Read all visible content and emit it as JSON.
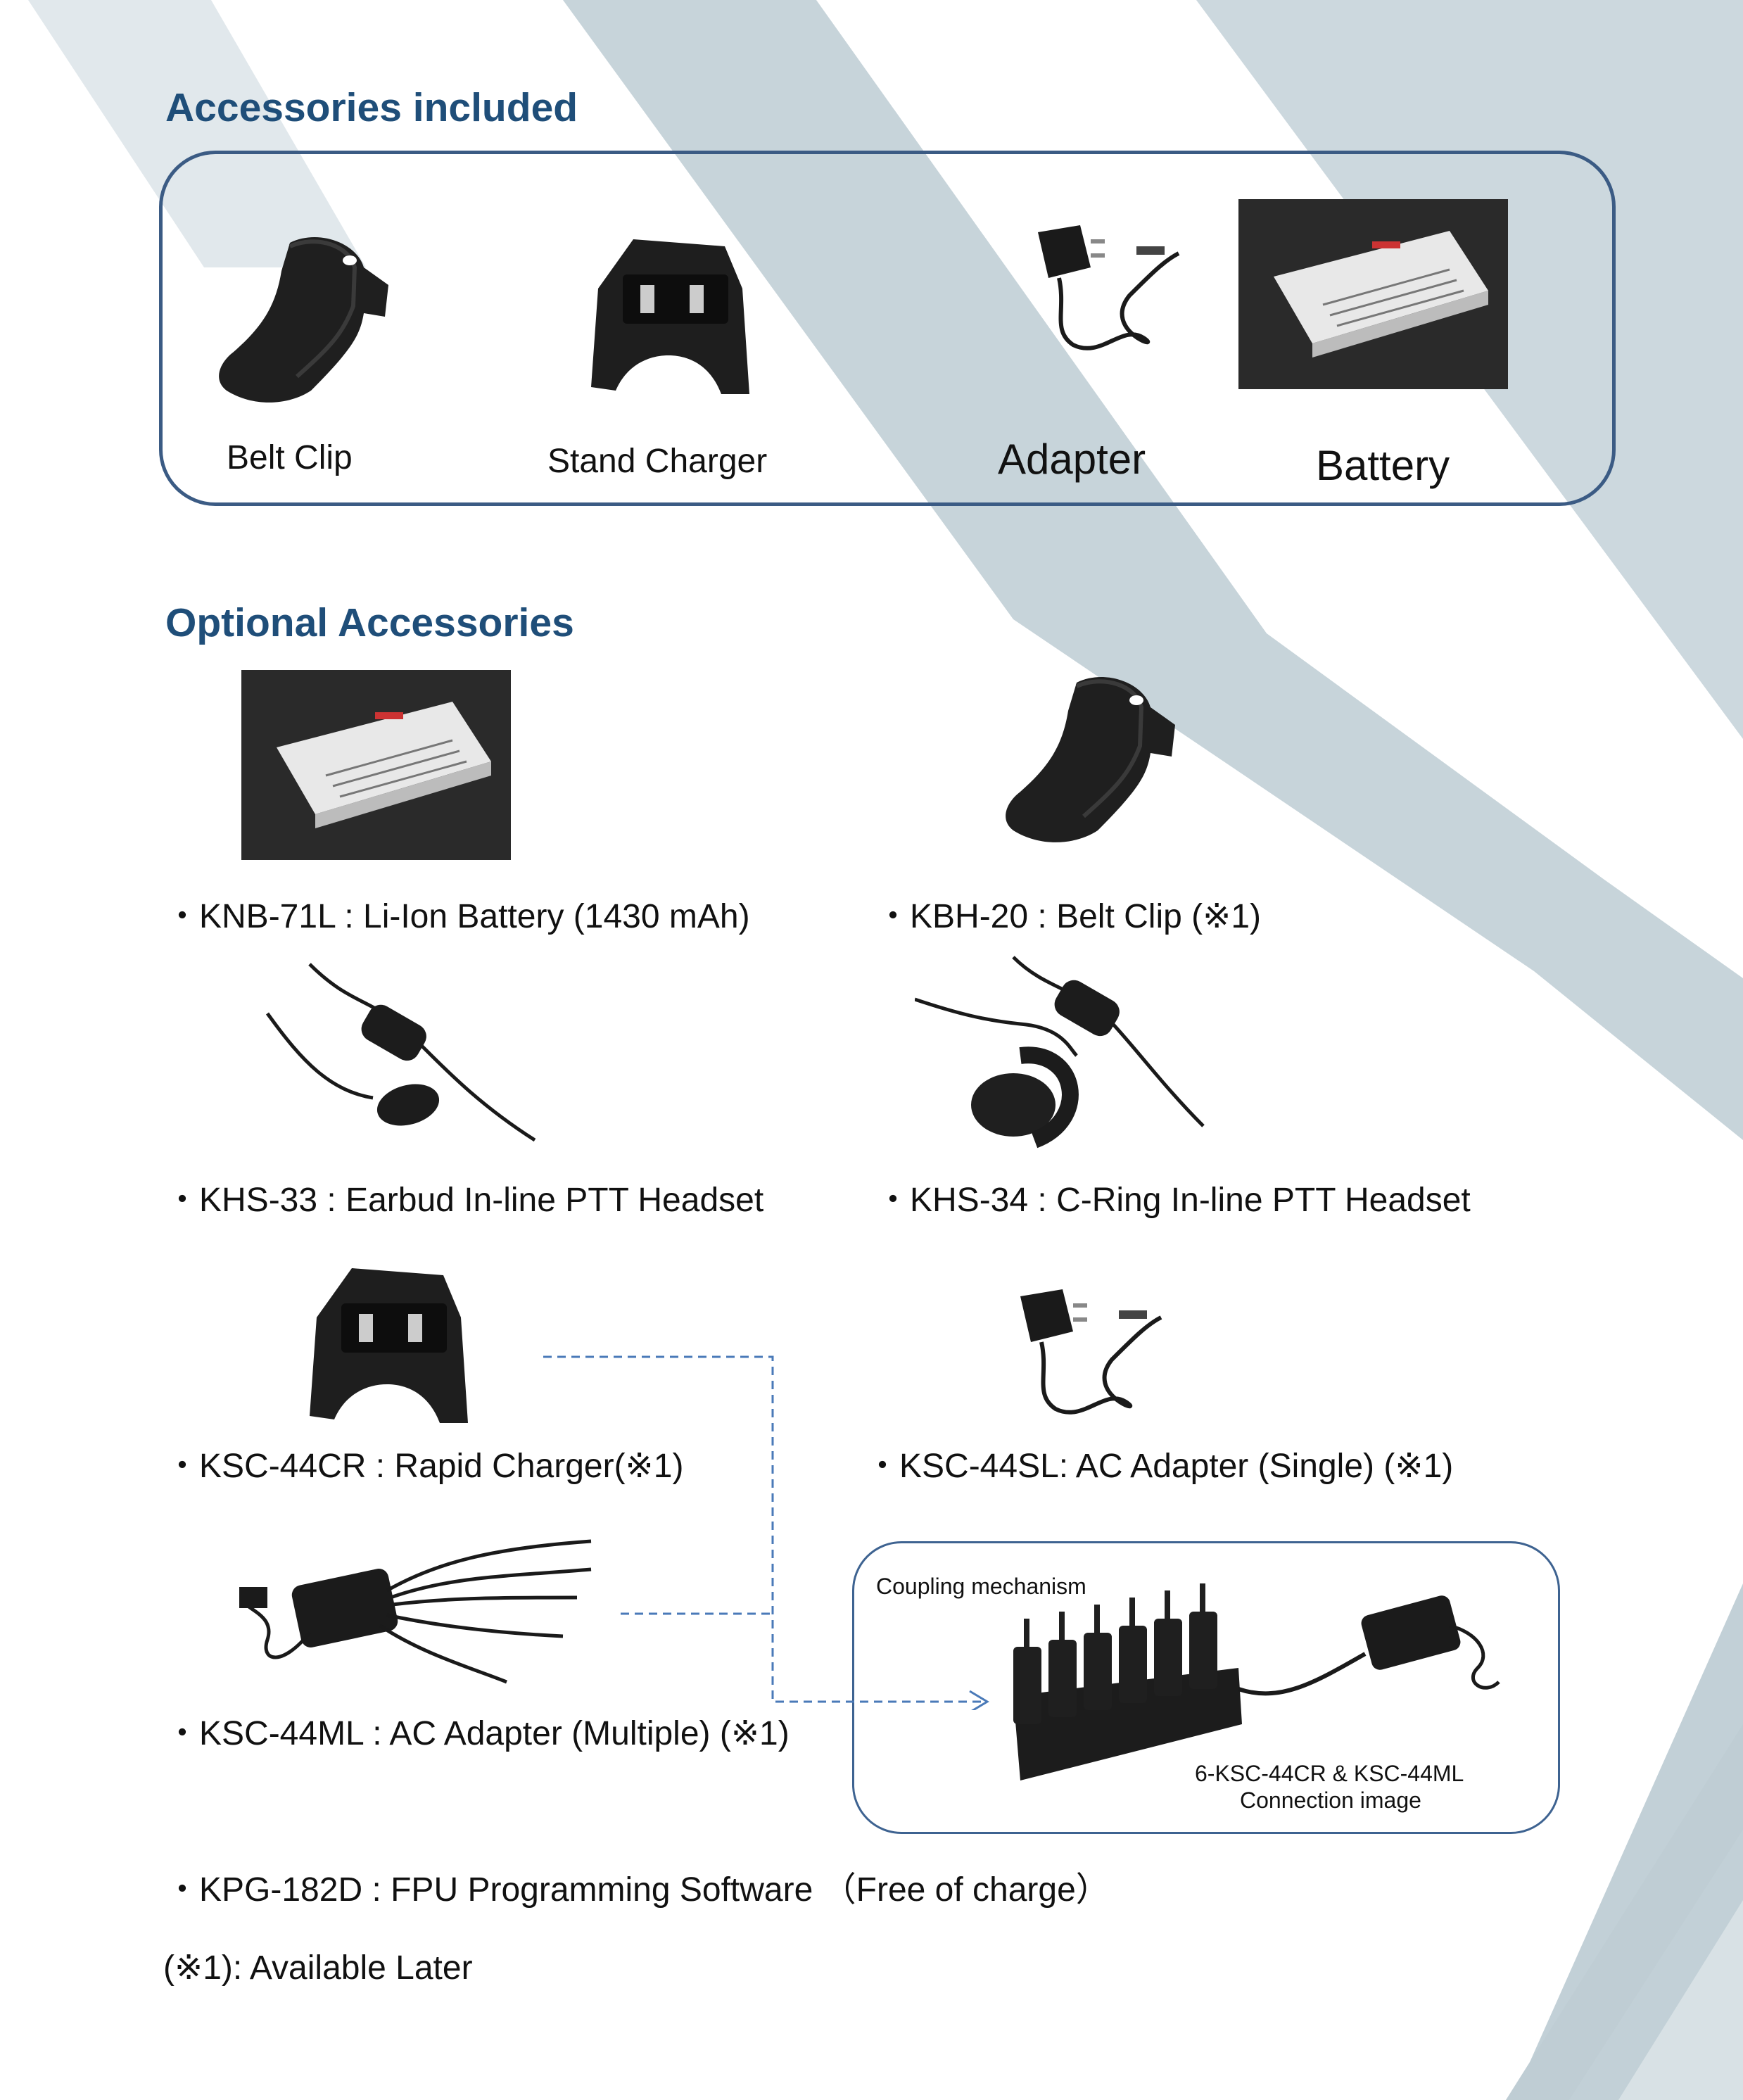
{
  "included": {
    "heading": "Accessories included",
    "items": [
      {
        "label": "Belt Clip",
        "icon": "belt-clip-icon"
      },
      {
        "label": "Stand Charger",
        "icon": "stand-charger-icon"
      },
      {
        "label": "Adapter",
        "icon": "ac-adapter-icon"
      },
      {
        "label": "Battery",
        "icon": "battery-icon"
      }
    ]
  },
  "optional": {
    "heading": "Optional Accessories",
    "items": [
      {
        "text": "・KNB-71L : Li-Ion Battery (1430 mAh)",
        "icon": "battery-icon"
      },
      {
        "text": "・KBH-20 : Belt Clip (※1)",
        "icon": "belt-clip-icon"
      },
      {
        "text": "・KHS-33 : Earbud In-line PTT Headset",
        "icon": "earbud-headset-icon"
      },
      {
        "text": "・KHS-34 : C-Ring In-line PTT Headset",
        "icon": "c-ring-headset-icon"
      },
      {
        "text": "・KSC-44CR : Rapid Charger(※1)",
        "icon": "stand-charger-icon"
      },
      {
        "text": "・KSC-44SL: AC Adapter (Single) (※1)",
        "icon": "ac-adapter-icon"
      },
      {
        "text": "・KSC-44ML : AC Adapter (Multiple) (※1)",
        "icon": "multi-adapter-icon"
      },
      {
        "text": "・KPG-182D : FPU Programming Software （Free of charge）"
      }
    ]
  },
  "coupling": {
    "title": "Coupling mechanism",
    "caption_line1": "6-KSC-44CR & KSC-44ML",
    "caption_line2": "Connection image",
    "icon": "coupled-chargers-icon"
  },
  "footnote": "(※1): Available Later",
  "colors": {
    "heading": "#1f4e79",
    "box_border": "#3b5b84",
    "dash_line": "#4a7ab8",
    "background_shape": "#c9d6dc"
  }
}
